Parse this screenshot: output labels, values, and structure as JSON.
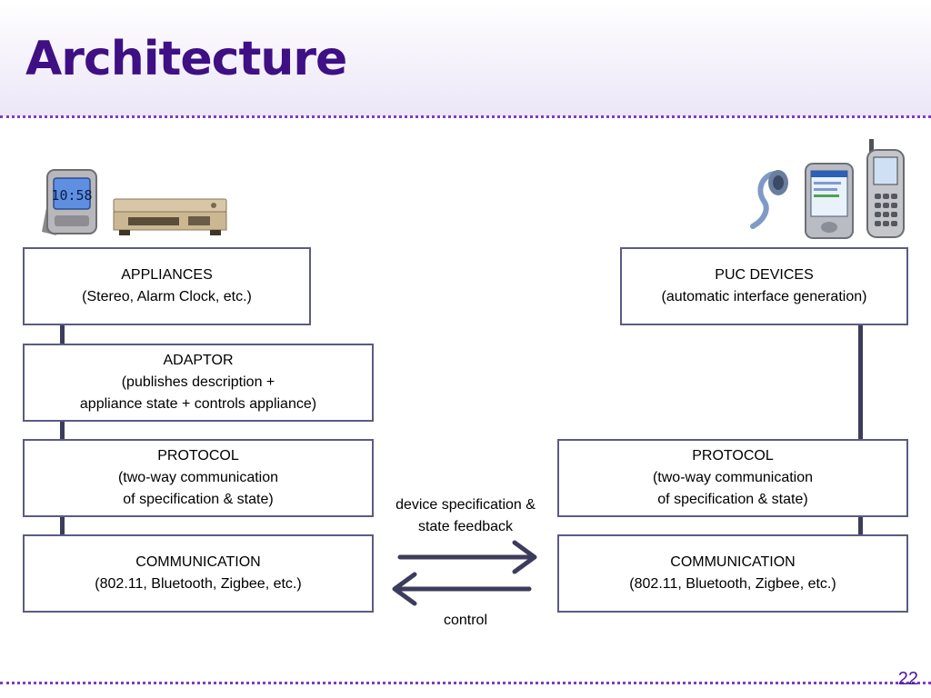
{
  "slide": {
    "title": "Architecture",
    "page_number": "22"
  },
  "left": {
    "appliances": {
      "title": "APPLIANCES",
      "line1": "(Stereo, Alarm Clock, etc.)"
    },
    "adaptor": {
      "title": "ADAPTOR",
      "line1": "(publishes description +",
      "line2": "appliance state + controls appliance)"
    },
    "protocol": {
      "title": "PROTOCOL",
      "line1": "(two-way communication",
      "line2": "of specification & state)"
    },
    "communication": {
      "title": "COMMUNICATION",
      "line1": "(802.11, Bluetooth, Zigbee, etc.)"
    }
  },
  "right": {
    "puc_devices": {
      "title": "PUC DEVICES",
      "line1": "(automatic interface generation)"
    },
    "protocol": {
      "title": "PROTOCOL",
      "line1": "(two-way communication",
      "line2": "of specification & state)"
    },
    "communication": {
      "title": "COMMUNICATION",
      "line1": "(802.11, Bluetooth, Zigbee, etc.)"
    }
  },
  "arrows": {
    "top_label_line1": "device specification &",
    "top_label_line2": "state feedback",
    "bottom_label": "control"
  },
  "images": {
    "left": [
      "alarm-clock-icon",
      "stereo-icon"
    ],
    "right": [
      "headset-icon",
      "pda-icon",
      "phone-icon"
    ]
  },
  "colors": {
    "title": "#3f0f84",
    "box_border": "#5b5b85",
    "connector": "#3c3c5c",
    "dotted_line": "#7a3cc6"
  }
}
